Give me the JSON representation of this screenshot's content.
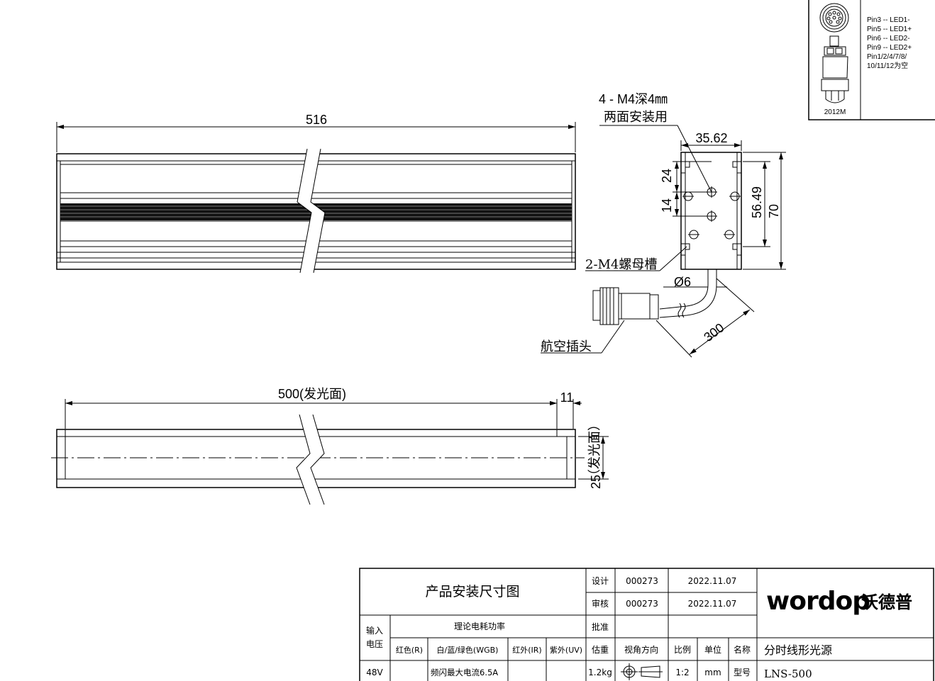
{
  "front_view": {
    "length": "516",
    "emitting_length": "500(发光面)",
    "end_margin": "11",
    "height": "25",
    "emitting_face": "（发光面）"
  },
  "side_view": {
    "width_label": "35.62",
    "mount_note_line1": "4 - M4深4㎜",
    "mount_note_line2": "两面安装用",
    "dim_24": "24",
    "dim_14": "14",
    "dim_5649": "56.49",
    "dim_70": "70",
    "nut_slot": "2-M4螺母槽",
    "cable_dia": "Ø6",
    "cable_len": "300",
    "connector": "航空插头"
  },
  "pinout": {
    "lines": [
      "Pin3  -- LED1-",
      "Pin5  -- LED1+",
      "Pin6  -- LED2-",
      "Pin9  -- LED2+",
      "Pin1/2/4/7/8/",
      "10/11/12为空"
    ],
    "model": "2012M"
  },
  "title_block": {
    "title": "产品安装尺寸图",
    "design_label": "设计",
    "design_code": "000273",
    "design_date": "2022.11.07",
    "review_label": "审核",
    "review_code": "000273",
    "review_date": "2022.11.07",
    "approve_label": "批准",
    "input_voltage_label_1": "输入",
    "input_voltage_label_2": "电压",
    "power_label": "理论电耗功率",
    "col_red": "红色(R)",
    "col_wgb": "白/蓝/绿色(WGB)",
    "col_ir": "红外(IR)",
    "col_uv": "紫外(UV)",
    "weight_label": "估重",
    "view_label": "视角方向",
    "scale_label": "比例",
    "unit_label": "单位",
    "name_label": "名称",
    "voltage": "48V",
    "wgb_value": "频闪最大电流6.5A",
    "weight": "1.2kg",
    "scale": "1:2",
    "unit": "mm",
    "model_label": "型号",
    "product_name": "分时线形光源",
    "model": "LNS-500",
    "brand_en": "wordop",
    "brand_cn": "沃德普"
  }
}
